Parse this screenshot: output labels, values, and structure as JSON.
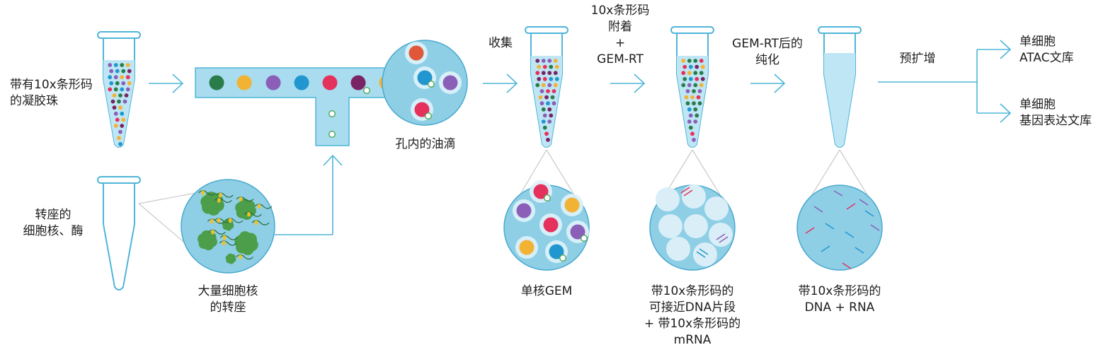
{
  "labels": {
    "beads": [
      "带有10x条形码",
      "的凝胶珠"
    ],
    "transposed_nuclei_tube": [
      "转座的",
      "细胞核、酶"
    ],
    "bulk_nuclei": [
      "大量细胞核",
      "的转座"
    ],
    "oil_droplets": "孔内的油滴",
    "collect": "收集",
    "barcode_attach": [
      "10x条形码",
      "附着",
      "+",
      "GEM-RT"
    ],
    "single_gem": "单核GEM",
    "purify": [
      "GEM-RT后的",
      "纯化"
    ],
    "accessible_dna": [
      "带10x条形码的",
      "可接近DNA片段",
      "+ 带10x条形码的",
      "mRNA"
    ],
    "dna_rna": [
      "带10x条形码的",
      "DNA + RNA"
    ],
    "preamp": "预扩增",
    "atac_library": [
      "单细胞",
      "ATAC文库"
    ],
    "gex_library": [
      "单细胞",
      "基因表达文库"
    ]
  },
  "colors": {
    "tube_outline": "#4fb5d9",
    "tube_fill": "#bfe6f4",
    "channel_fill": "#a8dcee",
    "circle_fill": "#8ecfe6",
    "arrow": "#4fb5d9",
    "bead_green": "#2a7d4b",
    "bead_yellow": "#f2b233",
    "bead_purple": "#8b5fb8",
    "bead_blue": "#2196cf",
    "bead_red": "#e5325d",
    "bead_plum": "#7b2463",
    "bead_orange": "#e0573a",
    "nucleus_green": "#4fa657"
  },
  "icons": {
    "arrow": "right-arrow-icon",
    "tube": "test-tube-icon"
  }
}
